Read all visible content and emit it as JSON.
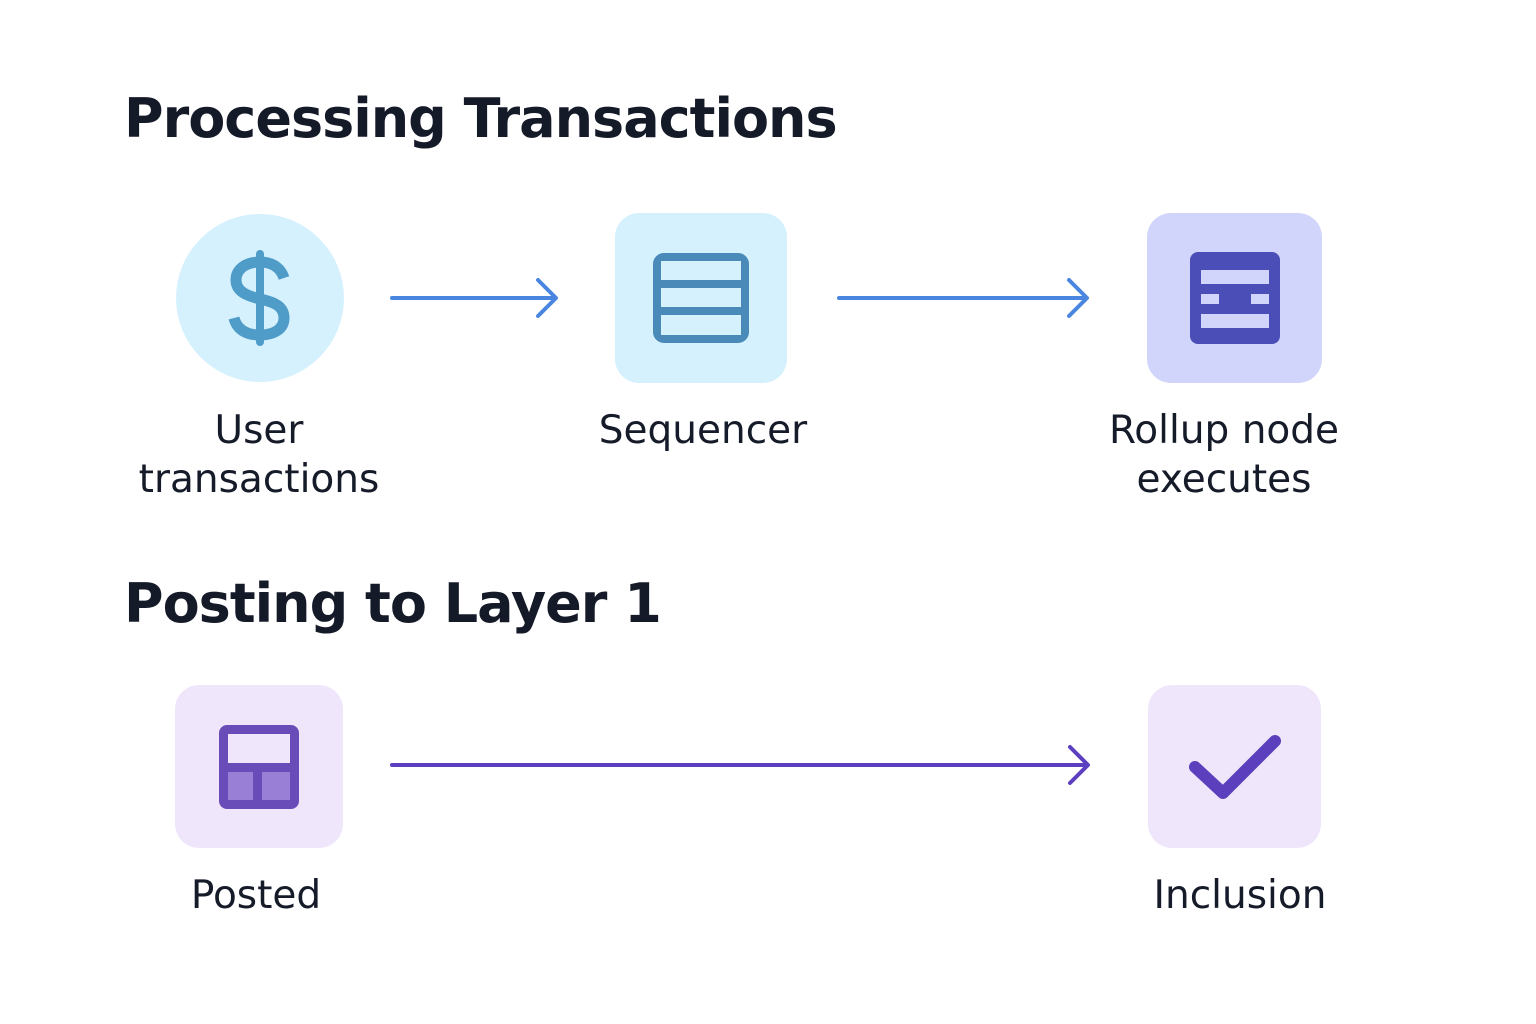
{
  "sections": {
    "processing": {
      "title": "Processing Transactions",
      "nodes": {
        "user": {
          "label_line1": "User",
          "label_line2": "transactions",
          "icon": "dollar-icon"
        },
        "sequencer": {
          "label_line1": "Sequencer",
          "icon": "list-rows-icon"
        },
        "rollup": {
          "label_line1": "Rollup node",
          "label_line2": "executes",
          "icon": "block-icon"
        }
      }
    },
    "posting": {
      "title": "Posting to Layer 1",
      "nodes": {
        "posted": {
          "label_line1": "Posted",
          "icon": "batch-icon"
        },
        "inclusion": {
          "label_line1": "Inclusion",
          "icon": "checkmark-icon"
        }
      }
    }
  },
  "colors": {
    "processing_arrow": "#4a86e0",
    "posting_arrow": "#5c3fc0",
    "dollar": "#4f9cc8",
    "dollar_bg": "#d5f1fd",
    "sequencer_icon": "#4a8ab8",
    "sequencer_bg": "#d5f1fd",
    "rollup_icon": "#4c4eb8",
    "rollup_bg": "#d2d5fb",
    "posted_icon": "#6a4cb8",
    "posted_bg": "#efe6fc",
    "inclusion_icon": "#5b3fbd",
    "inclusion_bg": "#efe6fc"
  }
}
